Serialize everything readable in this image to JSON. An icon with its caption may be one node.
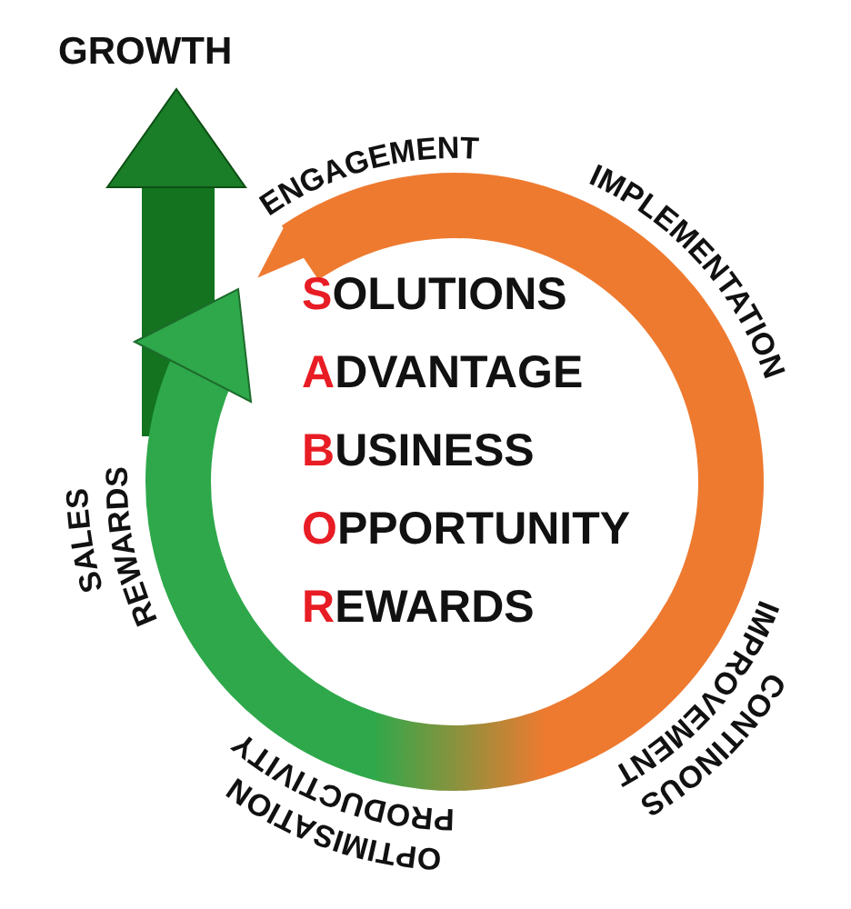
{
  "diagram": {
    "labels": [
      "GROWTH",
      "ENGAGEMENT",
      "IMPLEMENTATION",
      "SOLUTIONS",
      "ADVANTAGE",
      "BUSINESS",
      "OPPORTUNITY",
      "REWARDS",
      "SALES",
      "REWARDS",
      "CONTINOUS",
      "IMPROVEMENT",
      "OPTIMISATION",
      "PRODUCTIVITY"
    ]
  }
}
